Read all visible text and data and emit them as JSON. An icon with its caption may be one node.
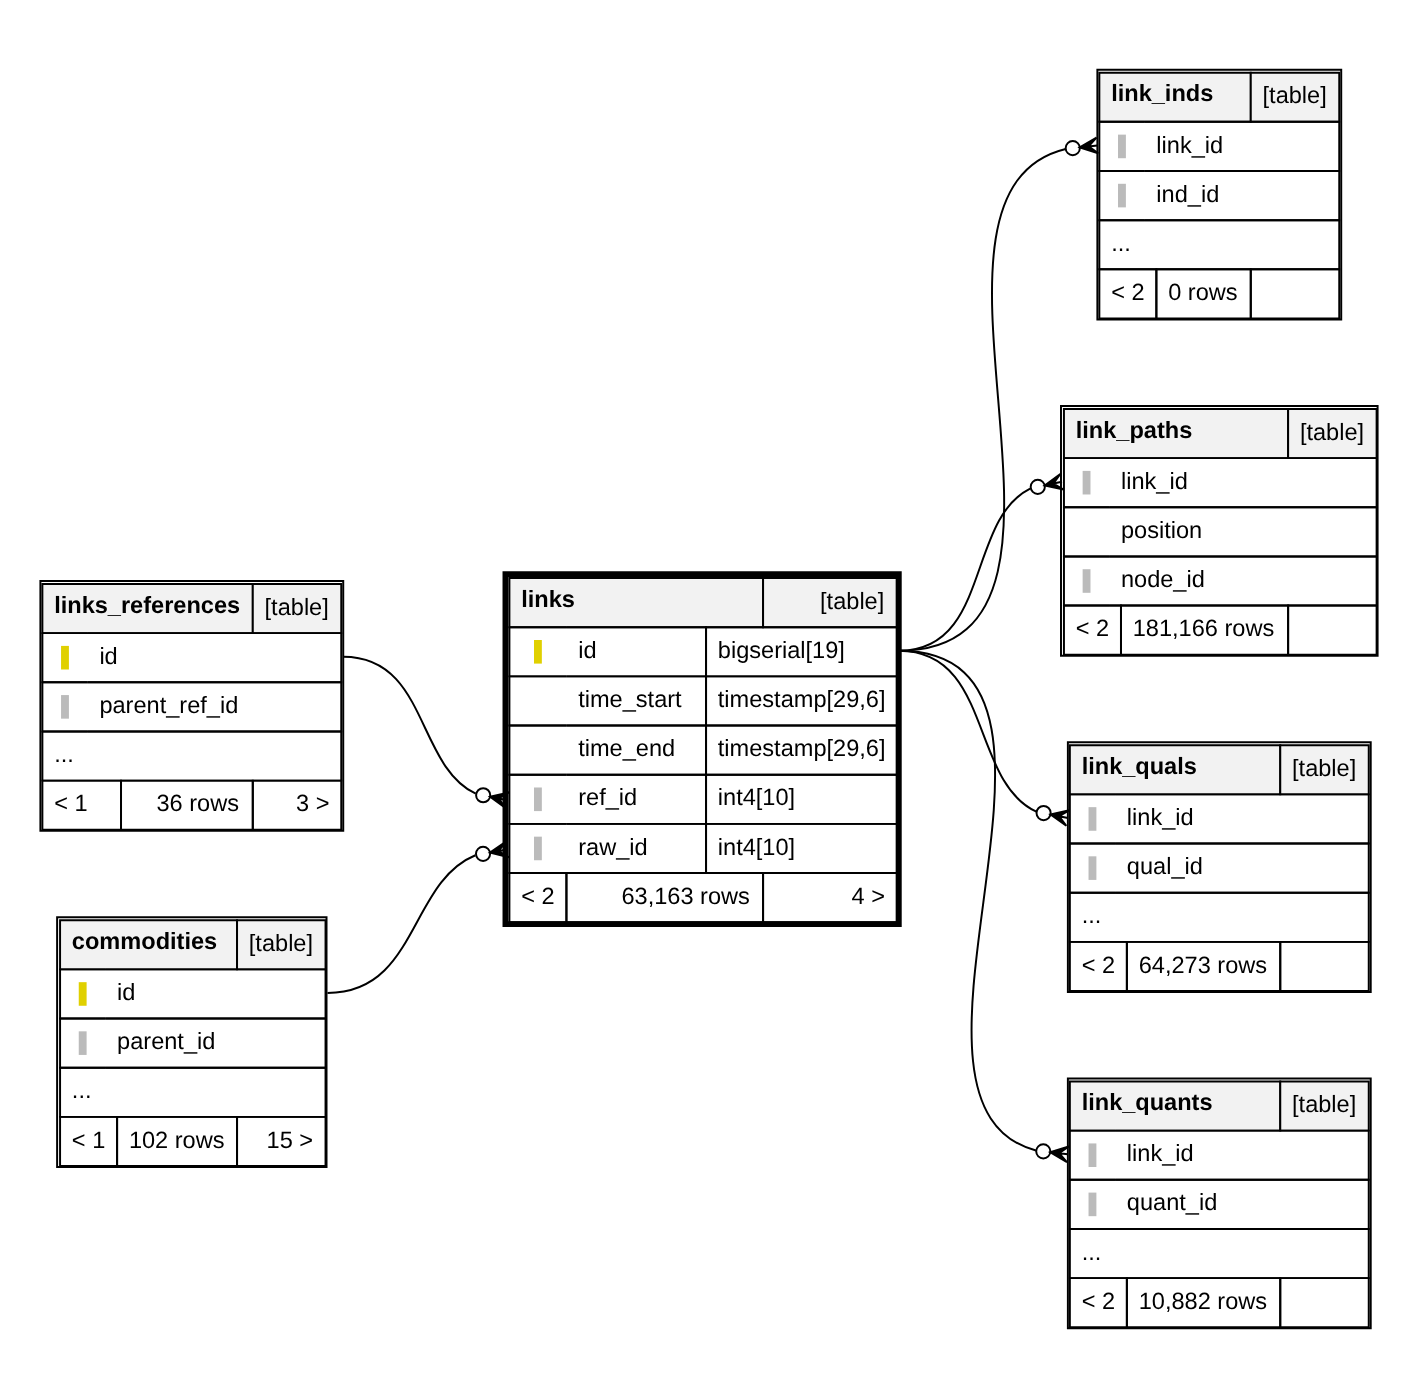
{
  "diagram": {
    "nodes": [
      {
        "text": [
          "link_inds",
          "[table]",
          "link_id",
          "ind_id",
          "...",
          "< 2",
          "0 rows"
        ]
      },
      {
        "text": [
          "link_paths",
          "[table]",
          "link_id",
          "position",
          "node_id",
          "< 2",
          "181,166 rows"
        ]
      },
      {
        "text": [
          "links_references",
          "[table]",
          "id",
          "parent_ref_id",
          "...",
          "< 1",
          "36 rows",
          "3 >"
        ]
      },
      {
        "text": [
          "links",
          "[table]",
          "id",
          "bigserial[19]",
          "time_start",
          "timestamp[29,6]",
          "time_end",
          "timestamp[29,6]",
          "ref_id",
          "int4[10]",
          "raw_id",
          "int4[10]",
          "< 2",
          "63,163 rows",
          "4 >"
        ]
      },
      {
        "text": [
          "link_quals",
          "[table]",
          "link_id",
          "qual_id",
          "...",
          "< 2",
          "64,273 rows"
        ]
      },
      {
        "text": [
          "commodities",
          "[table]",
          "id",
          "parent_id",
          "...",
          "< 1",
          "102 rows",
          "15 >"
        ]
      },
      {
        "text": [
          "link_quants",
          "[table]",
          "link_id",
          "quant_id",
          "...",
          "< 2",
          "10,882 rows"
        ]
      }
    ],
    "edges": [
      {
        "from": 2,
        "to": 3,
        "arrow": "other"
      },
      {
        "from": 5,
        "to": 3,
        "arrow": "other"
      },
      {
        "from": 3,
        "to": 0,
        "arrow": "other"
      },
      {
        "from": 3,
        "to": 1,
        "arrow": "other"
      },
      {
        "from": 3,
        "to": 4,
        "arrow": "other"
      },
      {
        "from": 3,
        "to": 6,
        "arrow": "other"
      }
    ]
  }
}
